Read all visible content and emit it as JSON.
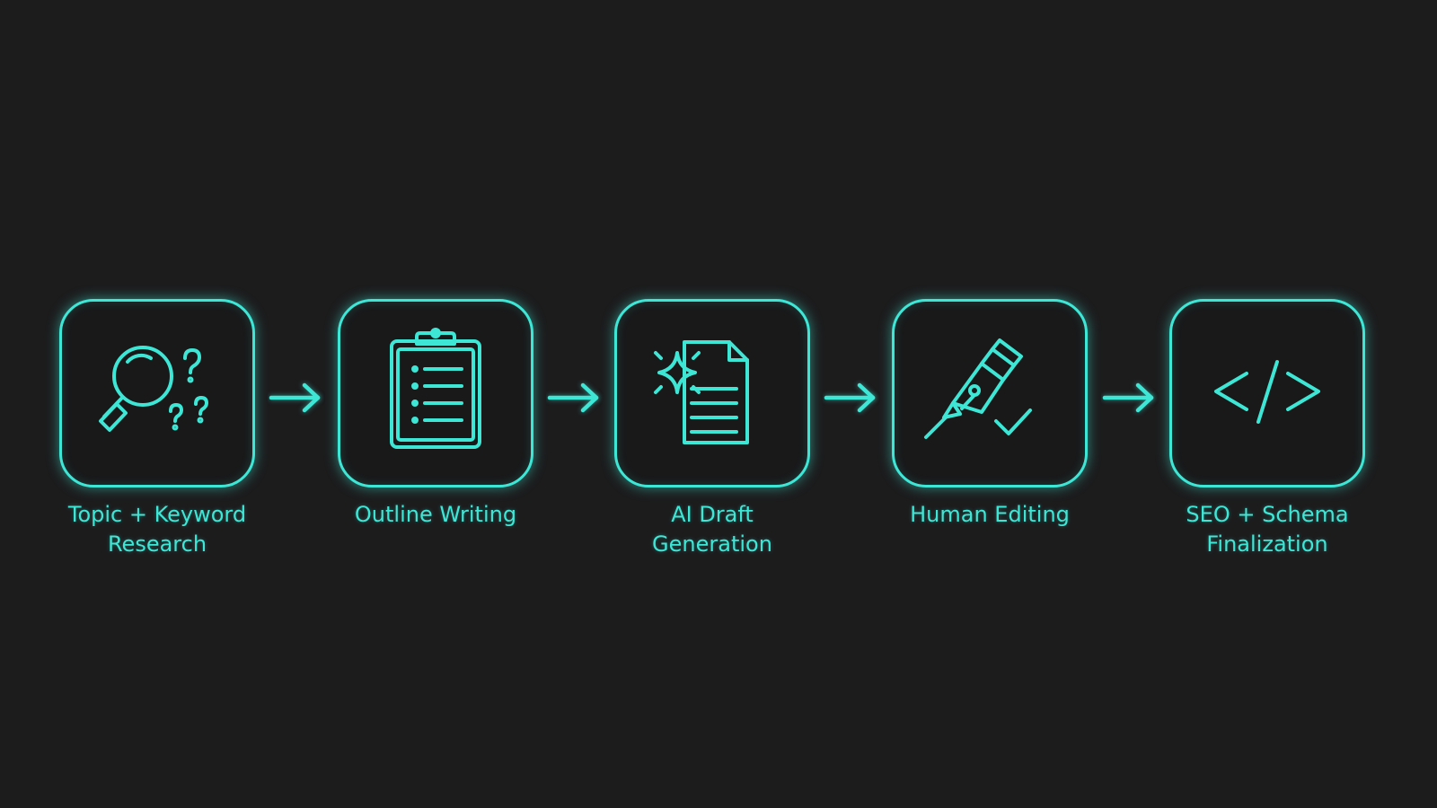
{
  "theme": {
    "background": "#1c1c1d",
    "accent": "#3ee6d6"
  },
  "steps": [
    {
      "label": "Topic + Keyword\nResearch",
      "icon": "magnifier-question-icon"
    },
    {
      "label": "Outline Writing",
      "icon": "clipboard-checklist-icon"
    },
    {
      "label": "AI Draft\nGeneration",
      "icon": "sparkle-document-icon"
    },
    {
      "label": "Human Editing",
      "icon": "pen-nib-check-icon"
    },
    {
      "label": "SEO + Schema\nFinalization",
      "icon": "code-brackets-icon"
    }
  ]
}
